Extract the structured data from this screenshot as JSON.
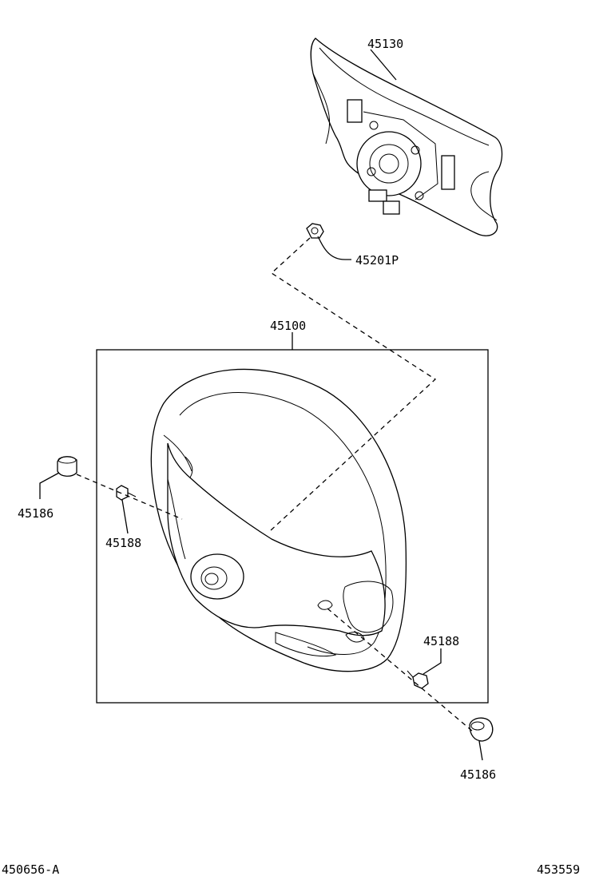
{
  "labels": {
    "pad": "45130",
    "nut": "45201P",
    "wheel": "45100",
    "cap_left": "45186",
    "screw_left": "45188",
    "screw_right": "45188",
    "cap_right": "45186"
  },
  "footer": {
    "left_code": "450656-A",
    "right_code": "453559"
  }
}
